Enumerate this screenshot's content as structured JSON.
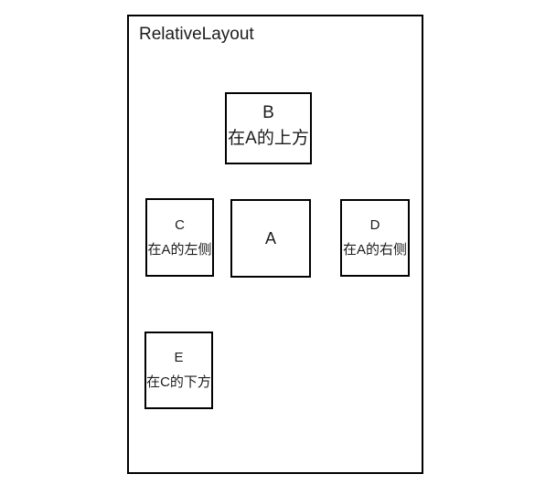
{
  "layout": {
    "title": "RelativeLayout"
  },
  "boxes": [
    {
      "id": "B",
      "label": "B",
      "desc": "在A的上方"
    },
    {
      "id": "C",
      "label": "C",
      "desc": "在A的左侧"
    },
    {
      "id": "A",
      "label": "A",
      "desc": ""
    },
    {
      "id": "D",
      "label": "D",
      "desc": "在A的右侧"
    },
    {
      "id": "E",
      "label": "E",
      "desc": "在C的下方"
    }
  ],
  "colors": {
    "background": "#ffffff",
    "border": "#000000",
    "text": "#1c1c1c"
  }
}
